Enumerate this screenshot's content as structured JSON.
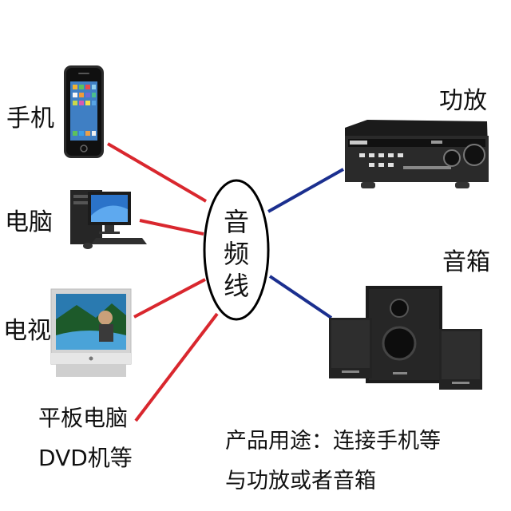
{
  "center": {
    "chars": [
      "音",
      "频",
      "线"
    ]
  },
  "sources": [
    {
      "label": "手机",
      "icon": "smartphone-icon"
    },
    {
      "label": "电脑",
      "icon": "desktop-computer-icon"
    },
    {
      "label": "电视",
      "icon": "tv-icon"
    },
    {
      "label": "平板电脑",
      "label2": "DVD机等"
    }
  ],
  "destinations": [
    {
      "label": "功放",
      "icon": "amplifier-icon"
    },
    {
      "label": "音箱",
      "icon": "speaker-system-icon"
    }
  ],
  "description": {
    "line1": "产品用途：连接手机等",
    "line2": "与功放或者音箱"
  },
  "colors": {
    "source_line": "#d9272e",
    "dest_line": "#1b2f8f",
    "ellipse": "#000000"
  }
}
